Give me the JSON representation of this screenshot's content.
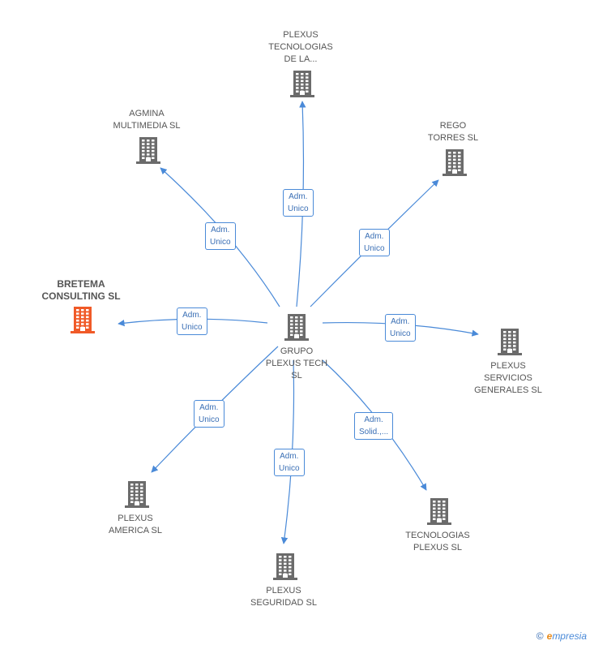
{
  "center": {
    "lines": [
      "GRUPO",
      "PLEXUS TECH",
      "SL"
    ]
  },
  "nodes": [
    {
      "id": "plexus-tecnologias",
      "lines": [
        "PLEXUS",
        "TECNOLOGIAS",
        "DE LA..."
      ],
      "highlight": false
    },
    {
      "id": "agmina",
      "lines": [
        "AGMINA",
        "MULTIMEDIA SL"
      ],
      "highlight": false
    },
    {
      "id": "rego",
      "lines": [
        "REGO",
        "TORRES SL"
      ],
      "highlight": false
    },
    {
      "id": "bretema",
      "lines": [
        "BRETEMA",
        "CONSULTING SL"
      ],
      "highlight": true
    },
    {
      "id": "plexus-servicios",
      "lines": [
        "PLEXUS",
        "SERVICIOS",
        "GENERALES SL"
      ],
      "highlight": false
    },
    {
      "id": "plexus-america",
      "lines": [
        "PLEXUS",
        "AMERICA SL"
      ],
      "highlight": false
    },
    {
      "id": "plexus-seguridad",
      "lines": [
        "PLEXUS",
        "SEGURIDAD SL"
      ],
      "highlight": false
    },
    {
      "id": "tecnologias-plexus",
      "lines": [
        "TECNOLOGIAS",
        "PLEXUS SL"
      ],
      "highlight": false
    }
  ],
  "edges": [
    {
      "to": "plexus-tecnologias",
      "lines": [
        "Adm.",
        "Unico"
      ]
    },
    {
      "to": "agmina",
      "lines": [
        "Adm.",
        "Unico"
      ]
    },
    {
      "to": "rego",
      "lines": [
        "Adm.",
        "Unico"
      ]
    },
    {
      "to": "bretema",
      "lines": [
        "Adm.",
        "Unico"
      ]
    },
    {
      "to": "plexus-servicios",
      "lines": [
        "Adm.",
        "Unico"
      ]
    },
    {
      "to": "plexus-america",
      "lines": [
        "Adm.",
        "Unico"
      ]
    },
    {
      "to": "plexus-seguridad",
      "lines": [
        "Adm.",
        "Unico"
      ]
    },
    {
      "to": "tecnologias-plexus",
      "lines": [
        "Adm.",
        "Solid.,..."
      ]
    }
  ],
  "colors": {
    "edge": "#4a8ad8",
    "building": "#6b6b6b",
    "highlight": "#f05a28"
  },
  "brand": {
    "copyright": "©",
    "first_letter": "e",
    "rest": "mpresia"
  }
}
